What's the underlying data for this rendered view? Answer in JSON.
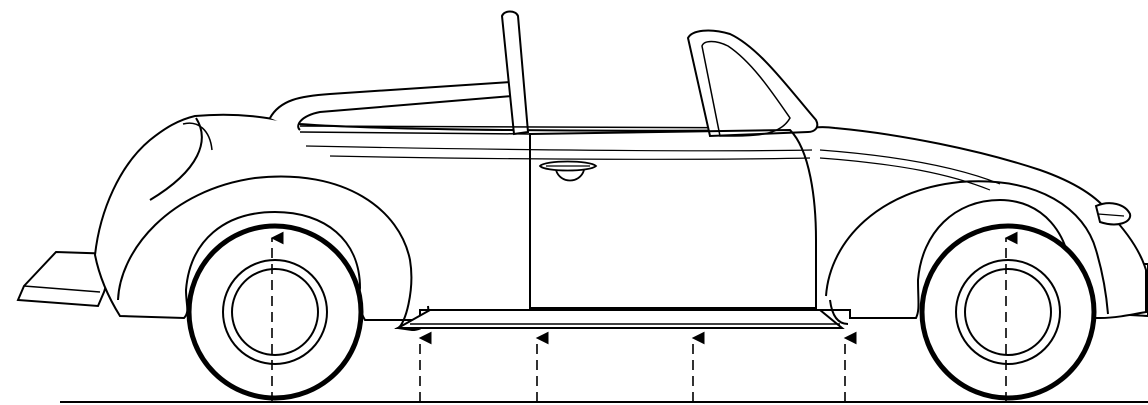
{
  "diagram": {
    "subject": "convertible-car-side-view",
    "colors": {
      "line": "#000000",
      "fill": "#ffffff",
      "background": "#ffffff"
    },
    "arrow_count": 6,
    "wheel_count": 2
  }
}
